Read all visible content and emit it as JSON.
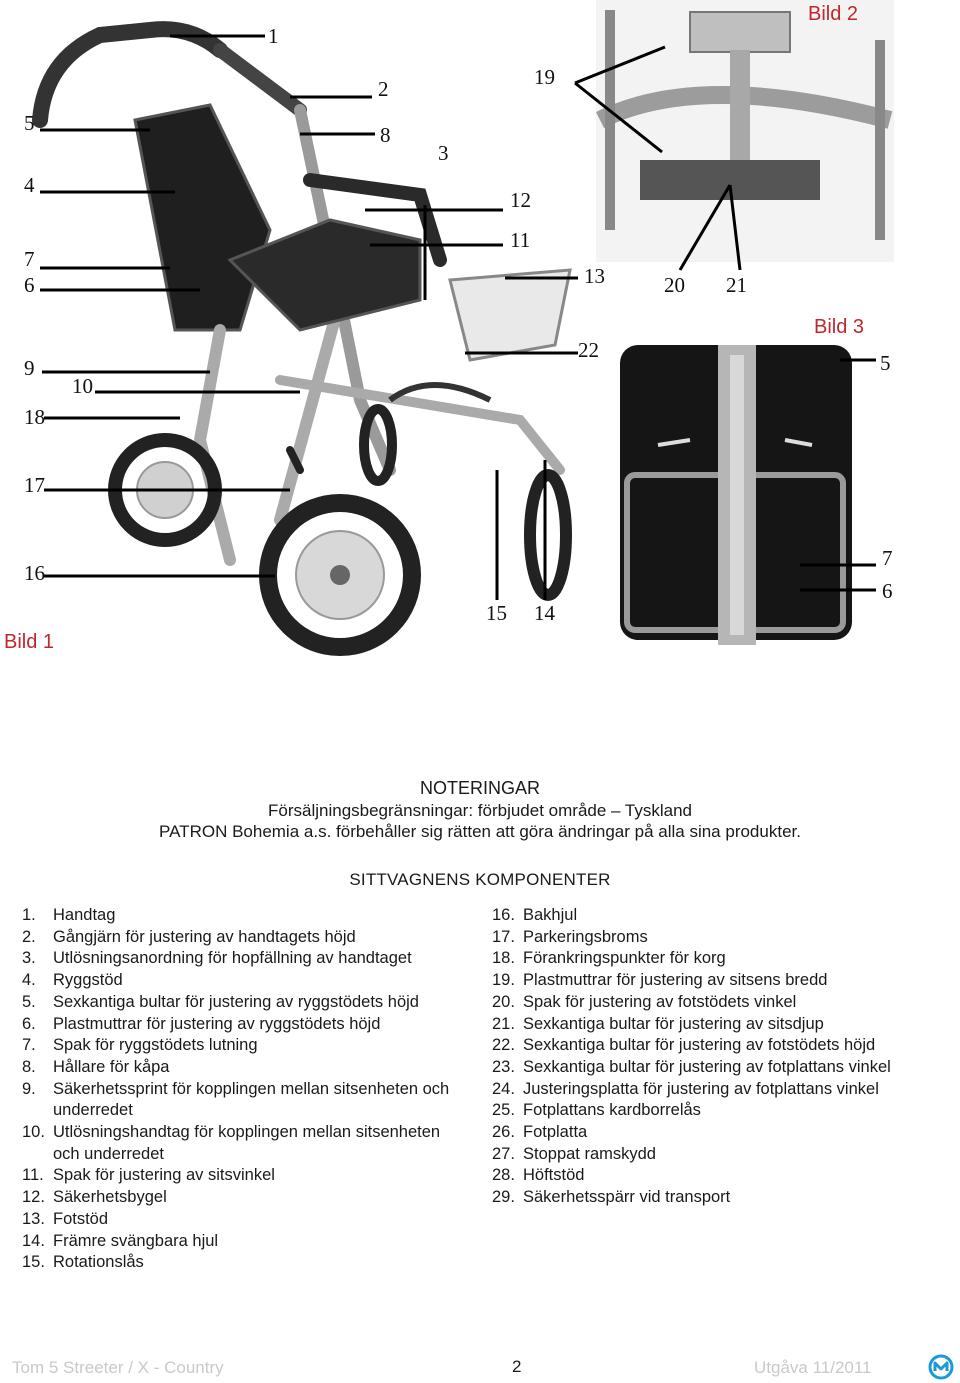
{
  "figure": {
    "bild_labels": [
      "Bild 1",
      "Bild 2",
      "Bild 3"
    ],
    "callouts_bild1": [
      "1",
      "2",
      "8",
      "3",
      "5",
      "4",
      "7",
      "6",
      "9",
      "10",
      "18",
      "17",
      "16",
      "12",
      "11",
      "13",
      "22",
      "15",
      "14"
    ],
    "callouts_bild2": [
      "19",
      "20",
      "21"
    ],
    "callouts_bild3": [
      "5",
      "7",
      "6"
    ]
  },
  "notes": {
    "title": "NOTERINGAR",
    "line1": "Försäljningsbegränsningar: förbjudet område – Tyskland",
    "line2": "PATRON Bohemia a.s. förbehåller sig rätten att göra ändringar på alla sina produkter."
  },
  "components": {
    "title": "SITTVAGNENS KOMPONENTER",
    "left": [
      {
        "num": "1.",
        "text": "Handtag"
      },
      {
        "num": "2.",
        "text": "Gångjärn för justering av handtagets höjd"
      },
      {
        "num": "3.",
        "text": "Utlösningsanordning för hopfällning av handtaget"
      },
      {
        "num": "4.",
        "text": "Ryggstöd"
      },
      {
        "num": "5.",
        "text": "Sexkantiga bultar för justering av ryggstödets höjd"
      },
      {
        "num": "6.",
        "text": "Plastmuttrar för justering av ryggstödets höjd"
      },
      {
        "num": "7.",
        "text": "Spak för ryggstödets lutning"
      },
      {
        "num": "8.",
        "text": "Hållare för kåpa"
      },
      {
        "num": "9.",
        "text": "Säkerhetssprint för kopplingen mellan sitsenheten och underredet"
      },
      {
        "num": "10.",
        "text": "Utlösningshandtag för kopplingen mellan sitsenheten och underredet"
      },
      {
        "num": "11.",
        "text": "Spak för justering av sitsvinkel"
      },
      {
        "num": "12.",
        "text": "Säkerhetsbygel"
      },
      {
        "num": "13.",
        "text": "Fotstöd"
      },
      {
        "num": "14.",
        "text": "Främre svängbara hjul"
      },
      {
        "num": "15.",
        "text": "Rotationslås"
      }
    ],
    "right": [
      {
        "num": "16.",
        "text": "Bakhjul"
      },
      {
        "num": "17.",
        "text": "Parkeringsbroms"
      },
      {
        "num": "18.",
        "text": "Förankringspunkter för korg"
      },
      {
        "num": "19.",
        "text": "Plastmuttrar för justering av sitsens bredd"
      },
      {
        "num": "20.",
        "text": "Spak för justering av fotstödets vinkel"
      },
      {
        "num": "21.",
        "text": "Sexkantiga bultar för justering av sitsdjup"
      },
      {
        "num": "22.",
        "text": "Sexkantiga bultar för justering av fotstödets höjd"
      },
      {
        "num": "23.",
        "text": "Sexkantiga bultar för justering av fotplattans vinkel"
      },
      {
        "num": "24.",
        "text": "Justeringsplatta för justering av fotplattans vinkel"
      },
      {
        "num": "25.",
        "text": "Fotplattans kardborrelås"
      },
      {
        "num": "26.",
        "text": "Fotplatta"
      },
      {
        "num": "27.",
        "text": "Stoppat ramskydd"
      },
      {
        "num": "28.",
        "text": "Höftstöd"
      },
      {
        "num": "29.",
        "text": "Säkerhetsspärr vid transport"
      }
    ]
  },
  "footer": {
    "left": "Tom 5 Streeter / X - Country",
    "page": "2",
    "right": "Utgåva 11/2011"
  },
  "colors": {
    "accent": "#c0272d",
    "footer_gray": "#c9c9c9",
    "logo_blue": "#1b9ad6"
  }
}
